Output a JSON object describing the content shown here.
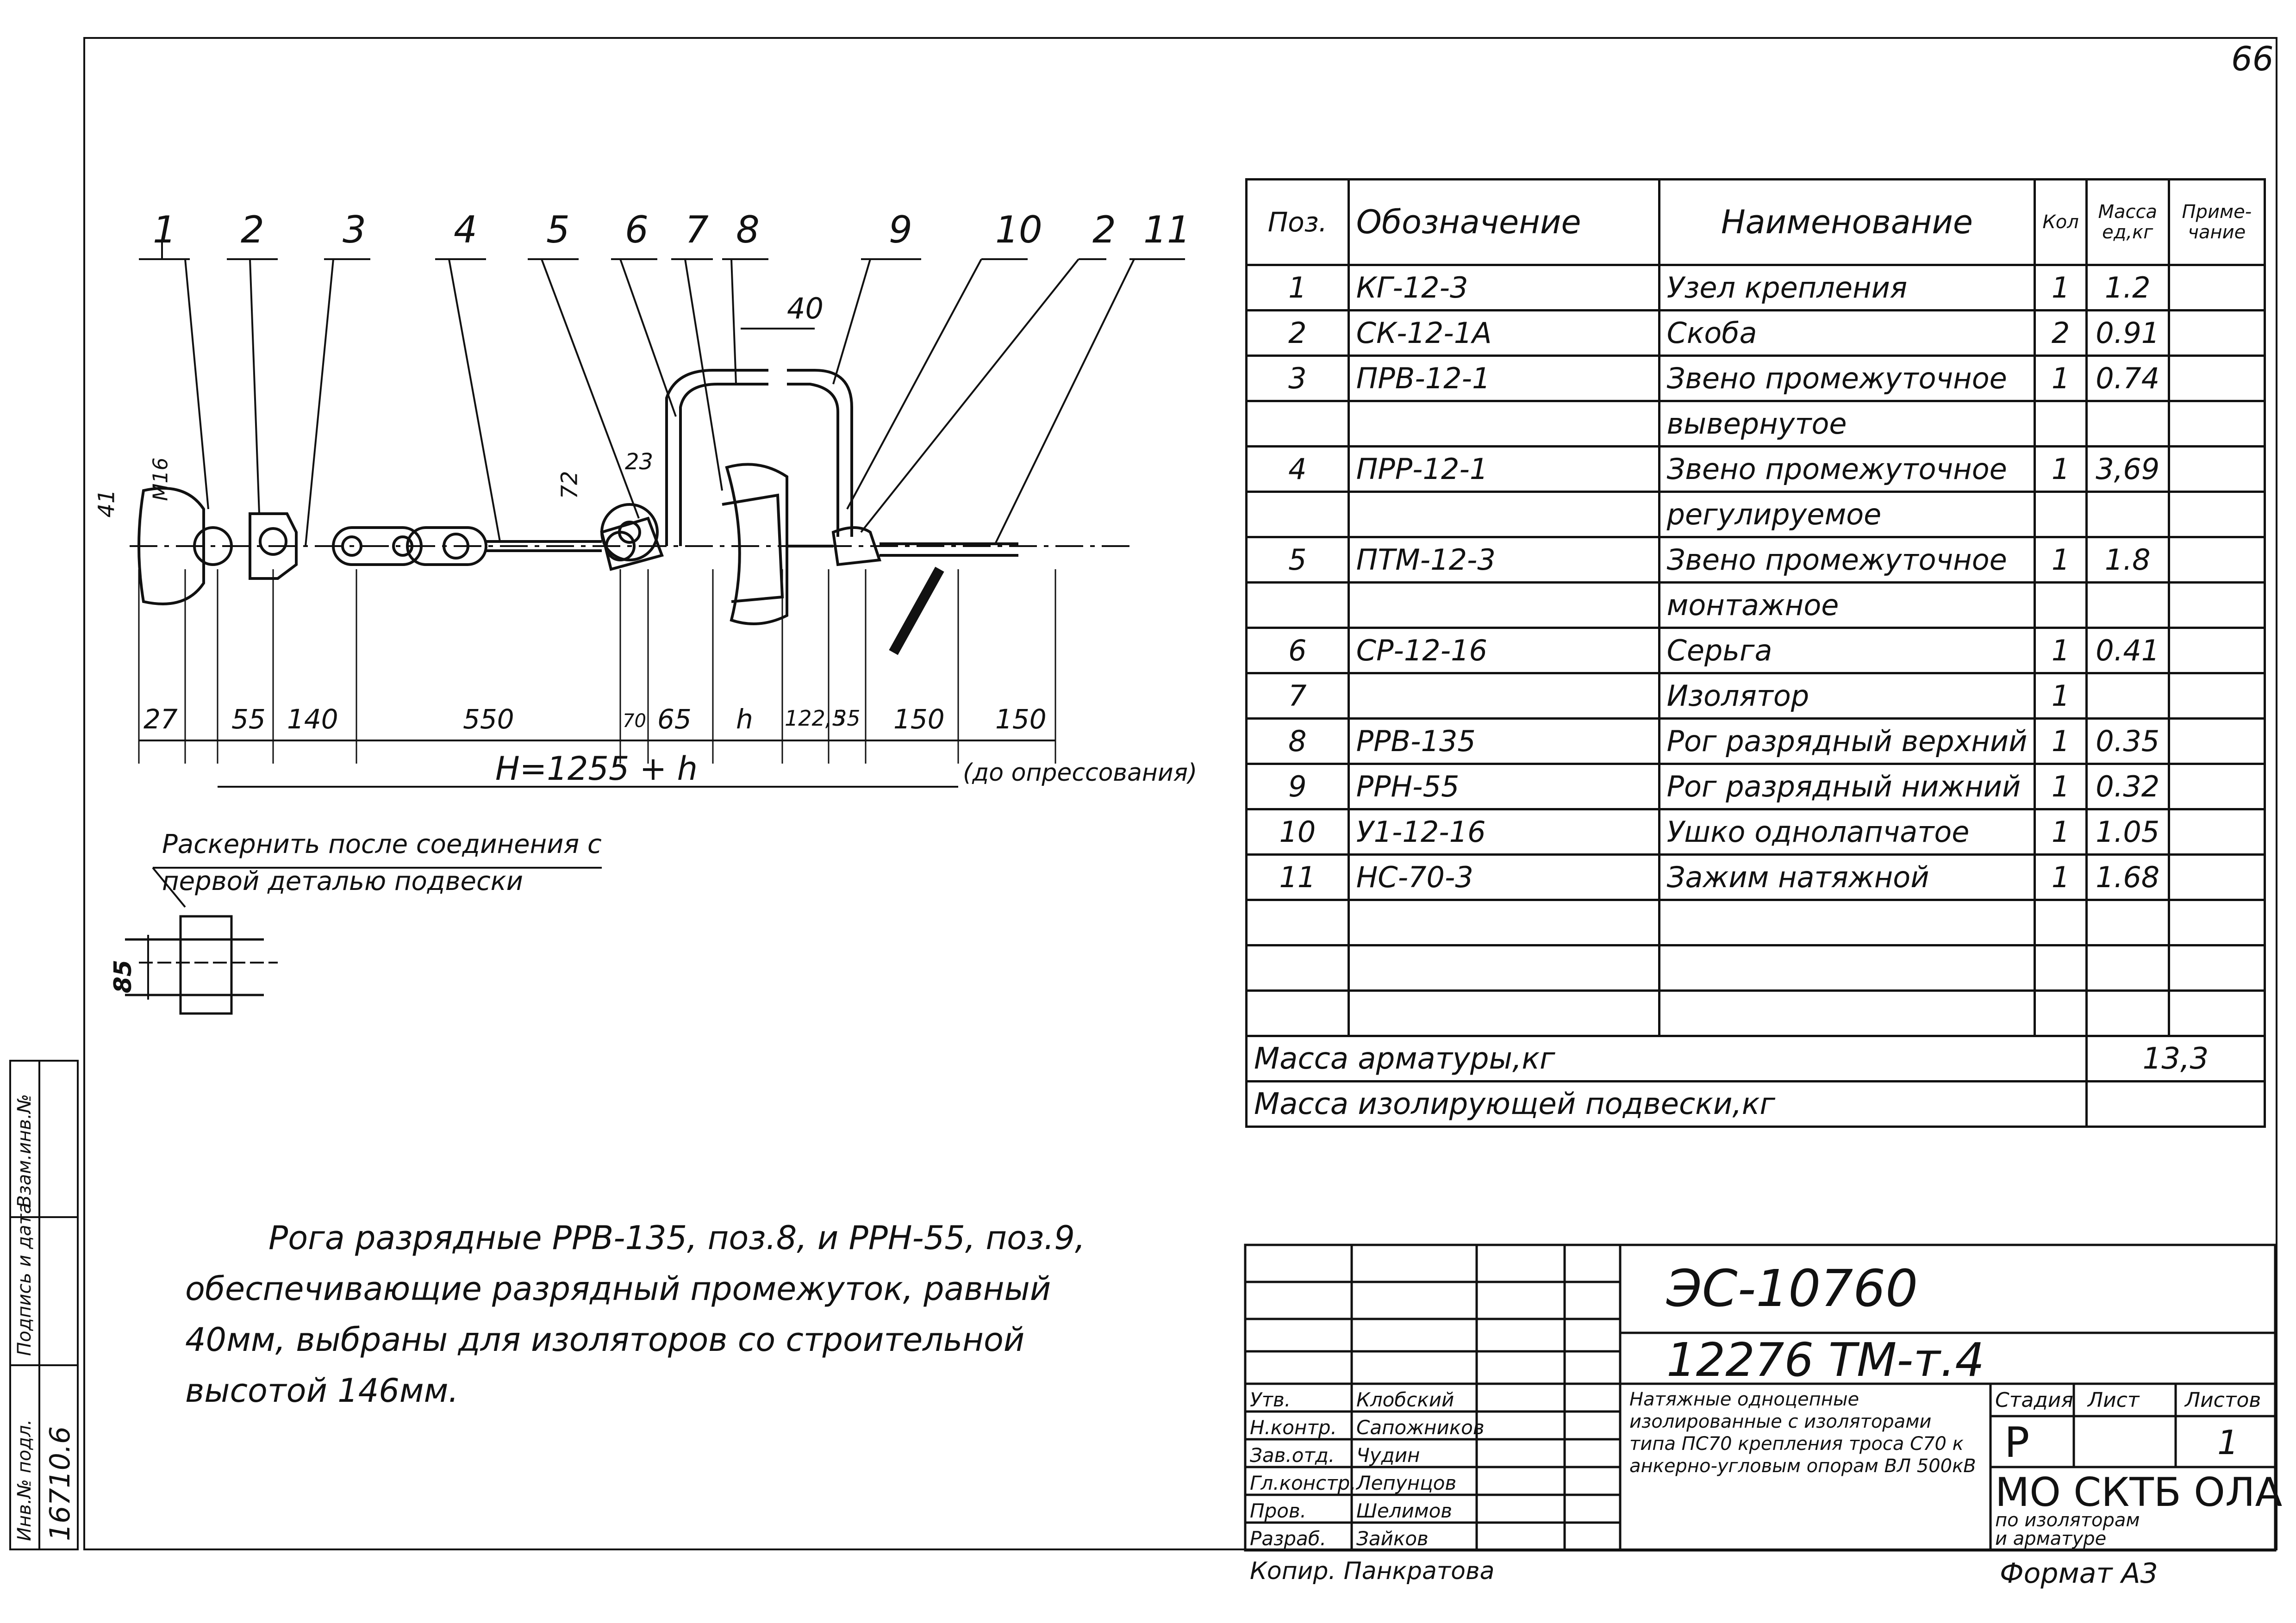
{
  "sheet_number": "66",
  "drawing_callouts": [
    "1",
    "2",
    "3",
    "4",
    "5",
    "6",
    "7",
    "8",
    "9",
    "10",
    "2",
    "11"
  ],
  "dimensions": {
    "gap_40": "40",
    "d41": "41",
    "d14": "М16",
    "d72": "72",
    "d23": "23",
    "d27": "27",
    "d55": "55",
    "d140": "140",
    "d550": "550",
    "d70": "70",
    "d65": "65",
    "dh": "h",
    "d122": "122,5",
    "d35": "35",
    "d150a": "150",
    "d150b": "150",
    "total": "H=1255 + h",
    "crimp": "(до опрессования)",
    "d85": "85"
  },
  "rivet_note": {
    "line1": "Раскернить после соединения с",
    "line2": "первой деталью подвески"
  },
  "spec_table": {
    "headers": {
      "pos": "Поз.",
      "designation": "Обозначение",
      "name": "Наименование",
      "qty": "Кол",
      "mass": "Масса ед,кг",
      "note": "Приме-чание"
    },
    "rows": [
      {
        "pos": "1",
        "designation": "КГ-12-3",
        "name": "Узел крепления",
        "qty": "1",
        "mass": "1.2"
      },
      {
        "pos": "2",
        "designation": "СК-12-1А",
        "name": "Скоба",
        "qty": "2",
        "mass": "0.91"
      },
      {
        "pos": "3",
        "designation": "ПРВ-12-1",
        "name": "Звено промежуточное",
        "qty": "1",
        "mass": "0.74"
      },
      {
        "pos": "",
        "designation": "",
        "name": "вывернутое",
        "qty": "",
        "mass": ""
      },
      {
        "pos": "4",
        "designation": "ПРР-12-1",
        "name": "Звено промежуточное",
        "qty": "1",
        "mass": "3,69"
      },
      {
        "pos": "",
        "designation": "",
        "name": "регулируемое",
        "qty": "",
        "mass": ""
      },
      {
        "pos": "5",
        "designation": "ПТМ-12-3",
        "name": "Звено промежуточное",
        "qty": "1",
        "mass": "1.8"
      },
      {
        "pos": "",
        "designation": "",
        "name": "монтажное",
        "qty": "",
        "mass": ""
      },
      {
        "pos": "6",
        "designation": "СР-12-16",
        "name": "Серьга",
        "qty": "1",
        "mass": "0.41"
      },
      {
        "pos": "7",
        "designation": "",
        "name": "Изолятор",
        "qty": "1",
        "mass": ""
      },
      {
        "pos": "8",
        "designation": "РРВ-135",
        "name": "Рог разрядный верхний",
        "qty": "1",
        "mass": "0.35"
      },
      {
        "pos": "9",
        "designation": "РРН-55",
        "name": "Рог разрядный нижний",
        "qty": "1",
        "mass": "0.32"
      },
      {
        "pos": "10",
        "designation": "У1-12-16",
        "name": "Ушко однолапчатое",
        "qty": "1",
        "mass": "1.05"
      },
      {
        "pos": "11",
        "designation": "НС-70-3",
        "name": "Зажим натяжной",
        "qty": "1",
        "mass": "1.68"
      },
      {
        "pos": "",
        "designation": "",
        "name": "",
        "qty": "",
        "mass": ""
      },
      {
        "pos": "",
        "designation": "",
        "name": "",
        "qty": "",
        "mass": ""
      },
      {
        "pos": "",
        "designation": "",
        "name": "",
        "qty": "",
        "mass": ""
      }
    ],
    "mass_fittings_label": "Масса арматуры,кг",
    "mass_fittings_value": "13,3",
    "mass_insulating_label": "Масса изолирующей подвески,кг"
  },
  "note_text": {
    "line1": "Рога разрядные РРВ-135, поз.8, и РРН-55, поз.9,",
    "line2": "обеспечивающие разрядный промежуток, равный",
    "line3": "40мм, выбраны для изоляторов со строительной",
    "line4": "высотой 146мм."
  },
  "title_block": {
    "code1": "ЭС-10760",
    "code2": "12276 ТМ-т.4",
    "roles": [
      "Утв.",
      "Н.контр.",
      "Зав.отд.",
      "Гл.констр.",
      "Пров.",
      "Разраб."
    ],
    "names": [
      "Клобский",
      "Сапожников",
      "Чудин",
      "Лепунцов",
      "Шелимов",
      "Зайков"
    ],
    "description": "Натяжные одноцепные изолированные с изоляторами типа ПС70 крепления троса С70 к анкерно-угловым опорам ВЛ 500кВ",
    "stage_label": "Стадия",
    "sheet_label": "Лист",
    "sheets_label": "Листов",
    "stage_value": "Р",
    "sheets_value": "1",
    "org_line1": "МО СКТБ ОЛА",
    "org_line2": "по изоляторам",
    "org_line3": "и арматуре",
    "copied_by": "Копир. Панкратова",
    "format": "Формат А3"
  },
  "side_strip": {
    "inv_label": "Инв.№ подл.",
    "inv_value": "16710.6",
    "sign_label": "Подпись и дата",
    "replace_label": "Взам.инв.№"
  }
}
